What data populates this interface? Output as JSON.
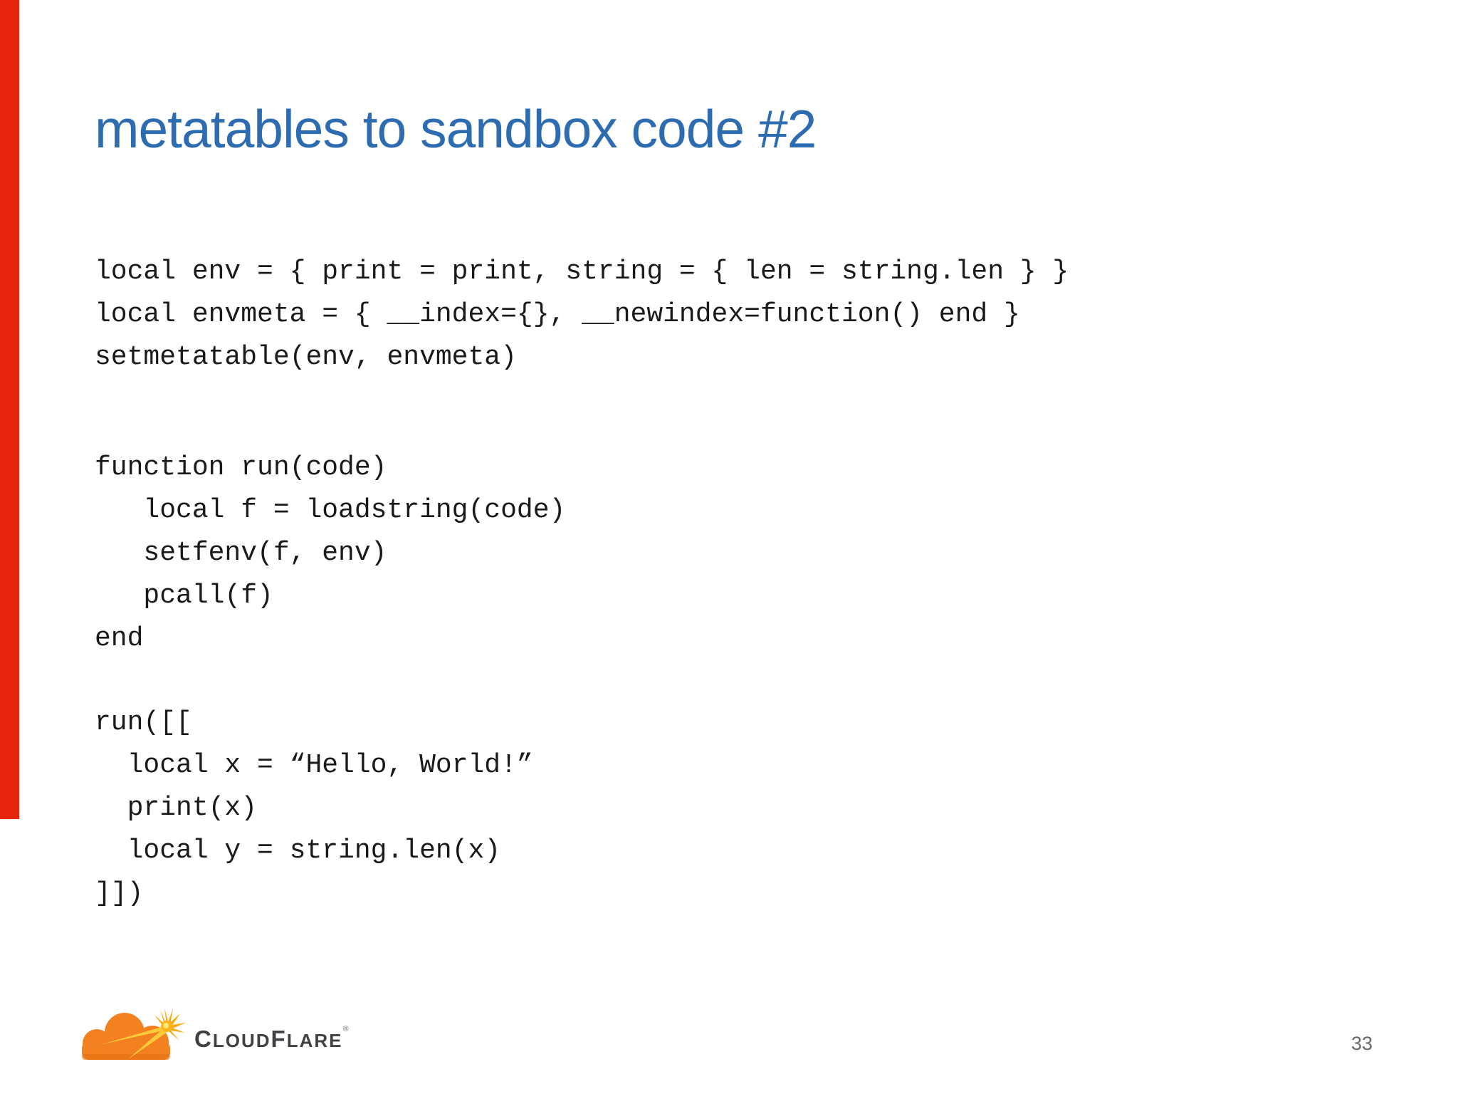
{
  "slide": {
    "title": "metatables to sandbox code #2",
    "page_number": "33"
  },
  "code": {
    "block1": "local env = { print = print, string = { len = string.len } }\nlocal envmeta = { __index={}, __newindex=function() end }\nsetmetatable(env, envmeta)",
    "block2": "function run(code)\n   local f = loadstring(code)\n   setfenv(f, env)\n   pcall(f)\nend",
    "block3": "run([[\n  local x = “Hello, World!”\n  print(x)\n  local y = string.len(x)\n]])"
  },
  "logo": {
    "c1": "C",
    "s1": "LOUD",
    "c2": "F",
    "s2": "LARE",
    "trademark": "®"
  },
  "colors": {
    "title_blue": "#2e6cb2",
    "accent_red_bar": "#e8250e",
    "code_black": "#1a1a1a",
    "logo_orange": "#f48120",
    "logo_orange_dark": "#e06e10",
    "logo_flare_yellow": "#ffd23e",
    "logo_text_gray": "#3f4044",
    "page_number_gray": "#696969"
  }
}
